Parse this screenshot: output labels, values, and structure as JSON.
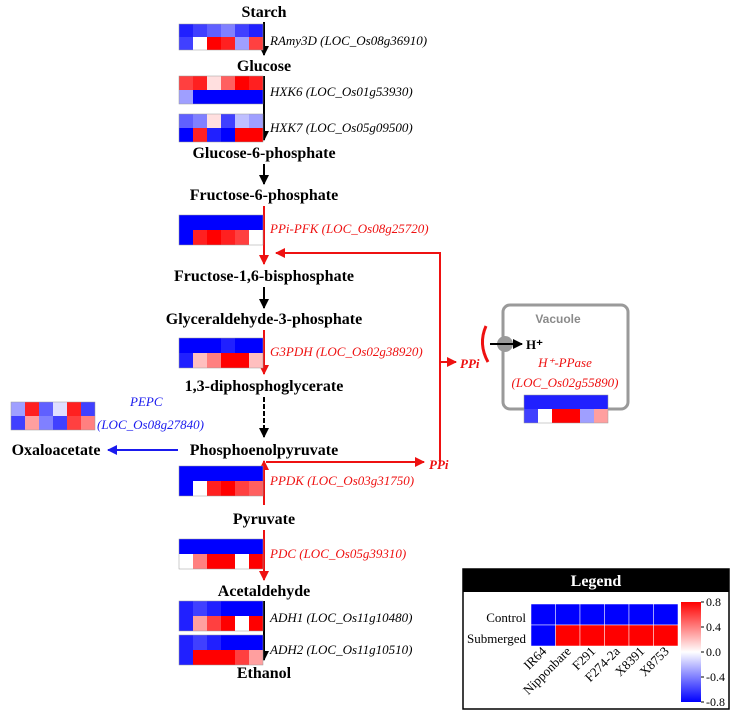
{
  "metabolites": {
    "starch": "Starch",
    "glucose": "Glucose",
    "g6p": "Glucose-6-phosphate",
    "f6p": "Fructose-6-phosphate",
    "f16bp": "Fructose-1,6-bisphosphate",
    "g3p": "Glyceraldehyde-3-phosphate",
    "dpg": "1,3-diphosphoglycerate",
    "pep": "Phosphoenolpyruvate",
    "oaa": "Oxaloacetate",
    "pyruvate": "Pyruvate",
    "acetaldehyde": "Acetaldehyde",
    "ethanol": "Ethanol"
  },
  "genes": {
    "ramy": "RAmy3D (LOC_Os08g36910)",
    "hxk6": "HXK6 (LOC_Os01g53930)",
    "hxk7": "HXK7 (LOC_Os05g09500)",
    "ppipfk": "PPi-PFK (LOC_Os08g25720)",
    "g3pdh": "G3PDH (LOC_Os02g38920)",
    "pepc_name": "PEPC",
    "pepc_loc": "(LOC_Os08g27840)",
    "ppdk": "PPDK (LOC_Os03g31750)",
    "pdc": "PDC (LOC_Os05g39310)",
    "adh1": "ADH1 (LOC_Os11g10480)",
    "adh2": "ADH2 (LOC_Os11g10510)",
    "hppase_name": "H⁺-PPase",
    "hppase_loc": "(LOC_Os02g55890)"
  },
  "labels": {
    "vacuole": "Vacuole",
    "proton": "H⁺",
    "ppi_upper": "PPi",
    "ppi_lower": "PPi"
  },
  "legend": {
    "title": "Legend",
    "rows": [
      "Control",
      "Submerged"
    ],
    "columns": [
      "IR64",
      "Nipponbare",
      "F291",
      "F274-2a",
      "X8391",
      "X8753"
    ],
    "scale_ticks": [
      "0.8",
      "0.4",
      "0.0",
      "-0.4",
      "-0.8"
    ],
    "scale_max": 0.8,
    "scale_min": -0.8,
    "control": [
      -0.8,
      -0.8,
      -0.8,
      -0.8,
      -0.8,
      -0.8
    ],
    "submerged": [
      -0.8,
      0.8,
      0.8,
      0.8,
      0.8,
      0.8
    ]
  },
  "colors": {
    "red": "#ee1111",
    "blue": "#1a1aee",
    "black": "#000000",
    "vacuole_border": "#9a9a9a"
  },
  "heatmaps": {
    "ramy": [
      [
        -0.7,
        -0.6,
        -0.5,
        -0.4,
        -0.6,
        -0.7
      ],
      [
        -0.6,
        0.0,
        0.8,
        0.7,
        -0.3,
        0.6
      ]
    ],
    "hxk6": [
      [
        0.6,
        0.7,
        0.1,
        0.5,
        0.8,
        0.7
      ],
      [
        -0.3,
        -0.8,
        -0.8,
        -0.8,
        -0.8,
        -0.8
      ]
    ],
    "hxk7": [
      [
        -0.5,
        -0.4,
        0.1,
        -0.6,
        -0.2,
        -0.3
      ],
      [
        -0.8,
        0.7,
        -0.7,
        -0.8,
        0.8,
        0.8
      ]
    ],
    "ppipfk": [
      [
        -0.8,
        -0.8,
        -0.8,
        -0.8,
        -0.8,
        -0.8
      ],
      [
        -0.8,
        0.7,
        0.8,
        0.7,
        0.6,
        0.0
      ]
    ],
    "g3pdh": [
      [
        -0.8,
        -0.8,
        -0.8,
        -0.7,
        -0.8,
        -0.8
      ],
      [
        -0.7,
        0.2,
        0.4,
        0.8,
        0.8,
        0.2
      ]
    ],
    "pepc": [
      [
        -0.3,
        0.7,
        -0.5,
        -0.1,
        0.7,
        -0.6
      ],
      [
        -0.6,
        0.3,
        -0.4,
        -0.6,
        0.6,
        0.4
      ]
    ],
    "ppdk": [
      [
        -0.8,
        -0.8,
        -0.8,
        -0.8,
        -0.8,
        -0.8
      ],
      [
        -0.8,
        0.0,
        0.7,
        0.8,
        0.6,
        0.5
      ]
    ],
    "pdc": [
      [
        -0.8,
        -0.8,
        -0.8,
        -0.8,
        -0.8,
        -0.8
      ],
      [
        0.0,
        0.4,
        0.8,
        0.8,
        0.0,
        0.8
      ]
    ],
    "adh1": [
      [
        -0.7,
        -0.6,
        -0.7,
        -0.8,
        -0.8,
        -0.8
      ],
      [
        -0.7,
        0.3,
        0.6,
        0.8,
        0.0,
        0.8
      ]
    ],
    "adh2": [
      [
        -0.7,
        -0.6,
        -0.7,
        -0.8,
        -0.8,
        -0.8
      ],
      [
        -0.7,
        0.8,
        0.8,
        0.8,
        0.6,
        0.3
      ]
    ],
    "hppase": [
      [
        -0.7,
        -0.7,
        -0.7,
        -0.7,
        -0.7,
        -0.7
      ],
      [
        -0.6,
        0.0,
        0.8,
        0.8,
        -0.3,
        0.3
      ]
    ]
  }
}
